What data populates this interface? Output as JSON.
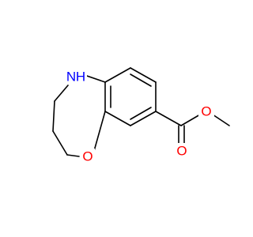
{
  "molecule": {
    "atoms": {
      "n": {
        "symbol": "N",
        "hydrogen": "H",
        "color": "#0000ff"
      },
      "o_ring": {
        "symbol": "O",
        "color": "#ff0000"
      },
      "o_carbonyl": {
        "symbol": "O",
        "color": "#ff0000"
      },
      "o_ester": {
        "symbol": "O",
        "color": "#ff0000"
      }
    },
    "bond_color": "#000000"
  }
}
